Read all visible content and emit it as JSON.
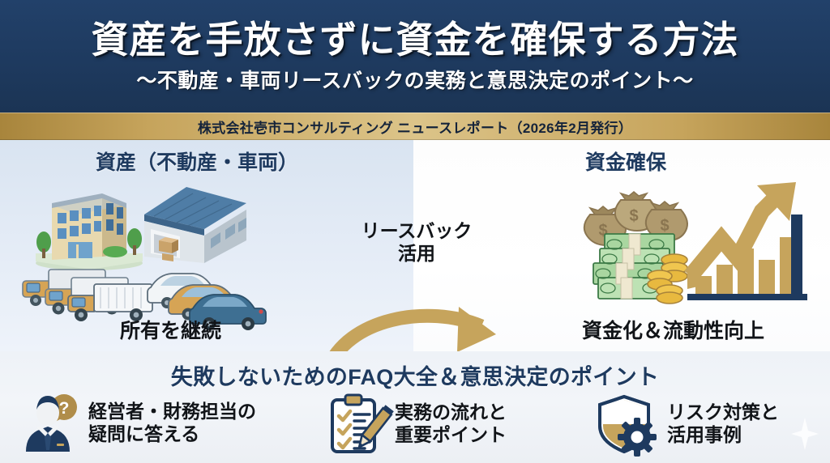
{
  "header": {
    "title_main": "資産を手放さずに資金を確保する方法",
    "title_sub": "～不動産・車両リースバックの実務と意思決定のポイント～",
    "band_text": "株式会社壱市コンサルティング ニュースレポート（2026年2月発行）",
    "navy": "#1e3a5f",
    "gold": "#c6a45c"
  },
  "diagram": {
    "left_heading": "資産（不動産・車両）",
    "left_caption": "所有を継続",
    "center_label_line1": "リースバック",
    "center_label_line2": "活用",
    "right_heading": "資金確保",
    "right_caption": "資金化＆流動性向上",
    "icons": {
      "office_building": "office-building-icon",
      "warehouse": "warehouse-icon",
      "trucks": "truck-fleet-icon",
      "cars": "car-fleet-icon",
      "arrow_right": "arrow-right-icon",
      "company_source": "company-building-icon",
      "company_target": "company-building-icon",
      "cycle_arrow_top": "curved-arrow-icon",
      "cycle_arrow_bottom": "curved-arrow-icon",
      "money": "money-stack-icon",
      "growth_chart": "growth-chart-icon"
    }
  },
  "bottom": {
    "faq_title": "失敗しないためのFAQ大全＆意思決定のポイント",
    "features": [
      {
        "icon": "businessman-question-icon",
        "line1": "経営者・財務担当の",
        "line2": "疑問に答える"
      },
      {
        "icon": "clipboard-checklist-pencil-icon",
        "line1": "実務の流れと",
        "line2": "重要ポイント"
      },
      {
        "icon": "shield-gear-icon",
        "line1": "リスク対策と",
        "line2": "活用事例"
      }
    ]
  },
  "palette": {
    "navy": "#1e3a5f",
    "navy_dark": "#16293f",
    "gold": "#c6a45c",
    "gold_dark": "#a8853c",
    "gold_light": "#dcc489",
    "text_dark": "#111418",
    "bg_left": "#dde7f3",
    "bg_right": "#fdfdfd",
    "bg_bottom": "#eef2f7"
  }
}
